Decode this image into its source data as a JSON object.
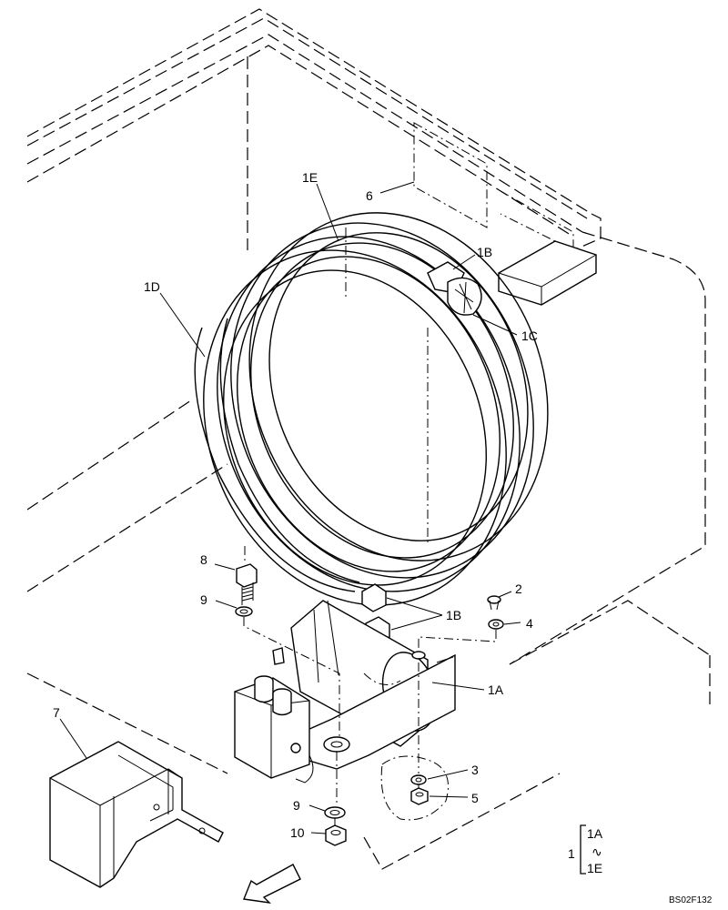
{
  "callouts": {
    "p1E_top": "1E",
    "p6": "6",
    "p1B_top": "1B",
    "p1C": "1C",
    "p1D": "1D",
    "p8": "8",
    "p2": "2",
    "p9_top": "9",
    "p1B_mid": "1B",
    "p4": "4",
    "p1A": "1A",
    "p7": "7",
    "p3": "3",
    "p5": "5",
    "p9_bottom": "9",
    "p10": "10"
  },
  "legend": {
    "assembly_number": "1",
    "range_start": "1A",
    "range_separator": "∿",
    "range_end": "1E"
  },
  "drawing_code": "BS02F132"
}
